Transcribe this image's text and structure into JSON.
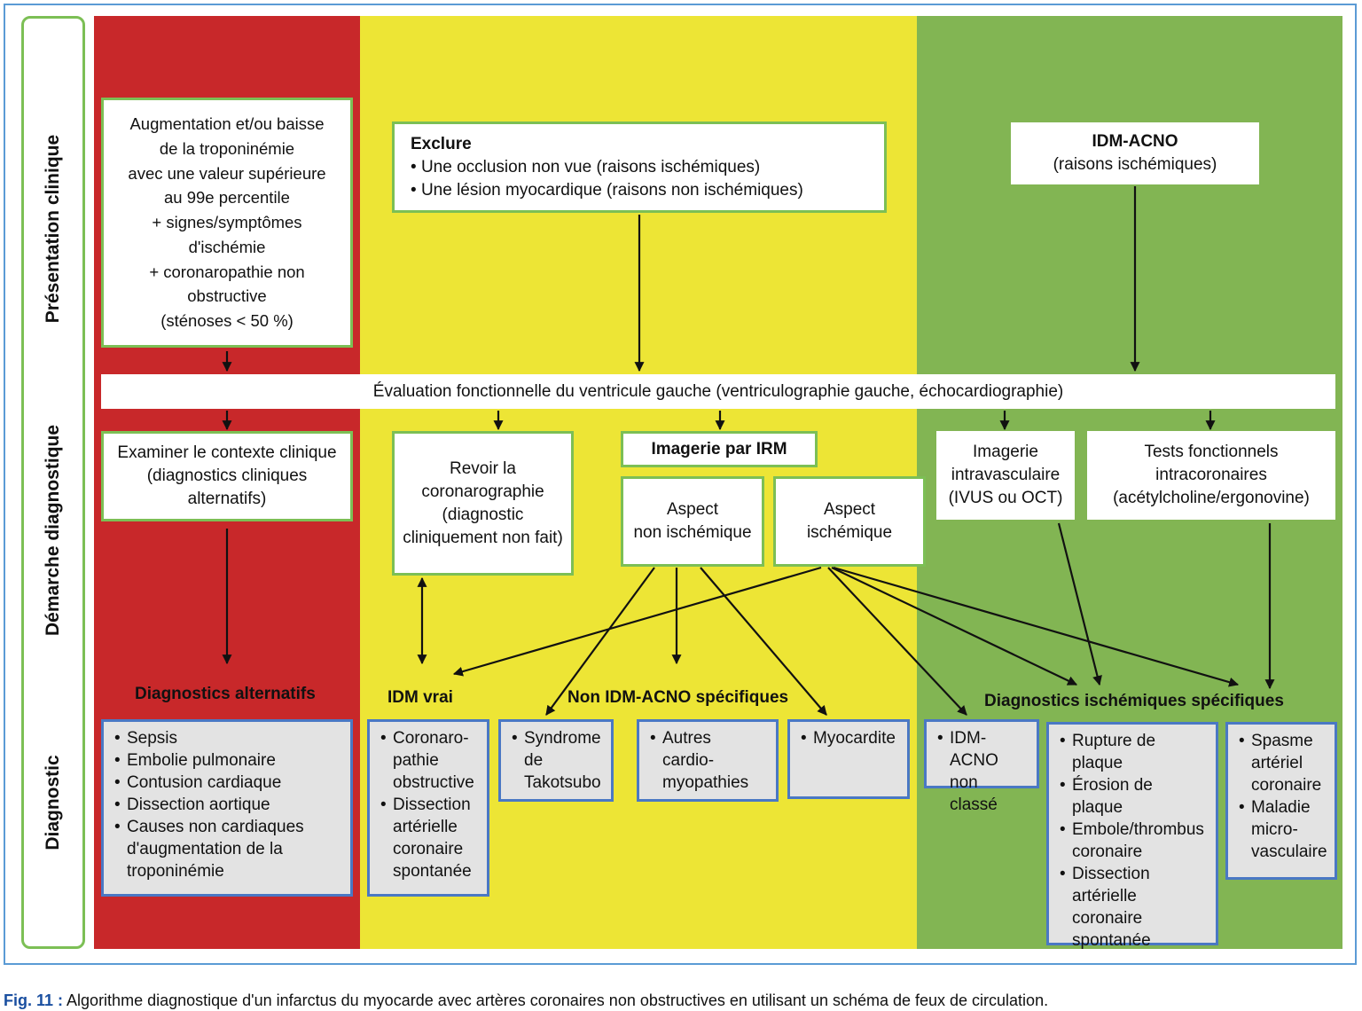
{
  "colors": {
    "red_zone": "#c8282a",
    "yellow_zone": "#ede535",
    "green_zone": "#82b553",
    "box_border": "#7cbf55",
    "diag_border": "#4a78c4",
    "diag_fill": "#e3e3e3"
  },
  "side_labels": {
    "presentation": "Présentation clinique",
    "demarche": "Démarche diagnostique",
    "diagnostic": "Diagnostic"
  },
  "presentation": {
    "criteria_lines": [
      "Augmentation et/ou baisse",
      "de la troponinémie",
      "avec une valeur supérieure",
      "au 99e percentile",
      "+  signes/symptômes",
      "d'ischémie",
      "+ coronaropathie non",
      "obstructive",
      "(sténoses < 50 %)"
    ],
    "exclure": {
      "title": "Exclure",
      "items": [
        "Une occlusion non vue (raisons ischémiques)",
        "Une lésion myocardique (raisons non ischémiques)"
      ]
    },
    "idm_acno": {
      "title": "IDM-ACNO",
      "subtitle": "(raisons ischémiques)"
    }
  },
  "demarche": {
    "evaluation": "Évaluation fonctionnelle du ventricule gauche (ventriculographie gauche, échocardiographie)",
    "contexte_lines": [
      "Examiner le contexte clinique",
      "(diagnostics cliniques",
      "alternatifs)"
    ],
    "revoir_lines": [
      "Revoir la",
      "coronarographie",
      "(diagnostic",
      "cliniquement non fait)"
    ],
    "irm": "Imagerie par IRM",
    "aspect_non_lines": [
      "Aspect",
      "non ischémique"
    ],
    "aspect_isch_lines": [
      "Aspect",
      "ischémique"
    ],
    "intravasc_lines": [
      "Imagerie",
      "intravasculaire",
      "(IVUS ou OCT)"
    ],
    "tests_lines": [
      "Tests fonctionnels",
      "intracoronaires",
      "(acétylcholine/ergonovine)"
    ]
  },
  "diagnostic": {
    "headings": {
      "alternatifs": "Diagnostics alternatifs",
      "idm_vrai": "IDM vrai",
      "non_idm": "Non IDM-ACNO spécifiques",
      "ischemiques": "Diagnostics ischémiques spécifiques"
    },
    "alternatifs_items": [
      [
        "Sepsis"
      ],
      [
        "Embolie pulmonaire"
      ],
      [
        "Contusion cardiaque"
      ],
      [
        "Dissection aortique"
      ],
      [
        "Causes non cardiaques",
        "d'augmentation de la",
        "troponinémie"
      ]
    ],
    "idm_vrai_items": [
      [
        "Coronaro-",
        "pathie",
        "obstructive"
      ],
      [
        "Dissection",
        "artérielle",
        "coronaire",
        "spontanée"
      ]
    ],
    "takotsubo_items": [
      [
        "Syndrome",
        "de",
        "Takotsubo"
      ]
    ],
    "cardiomyo_items": [
      [
        "Autres",
        "cardio-",
        "myopathies"
      ]
    ],
    "myocardite_items": [
      [
        "Myocardite"
      ]
    ],
    "non_classe_items": [
      [
        "IDM-ACNO",
        "non classé"
      ]
    ],
    "plaque_items": [
      [
        "Rupture de",
        "plaque"
      ],
      [
        "Érosion de",
        "plaque"
      ],
      [
        "Embole/thrombus",
        "coronaire"
      ],
      [
        "Dissection",
        "artérielle",
        "coronaire",
        "spontanée"
      ]
    ],
    "spasme_items": [
      [
        "Spasme",
        "artériel",
        "coronaire"
      ],
      [
        "Maladie",
        "micro-",
        "vasculaire"
      ]
    ]
  },
  "caption": {
    "label": "Fig. 11 :",
    "text": " Algorithme diagnostique d'un infarctus du myocarde avec artères coronaires non obstructives en utilisant un schéma de feux de circulation."
  }
}
